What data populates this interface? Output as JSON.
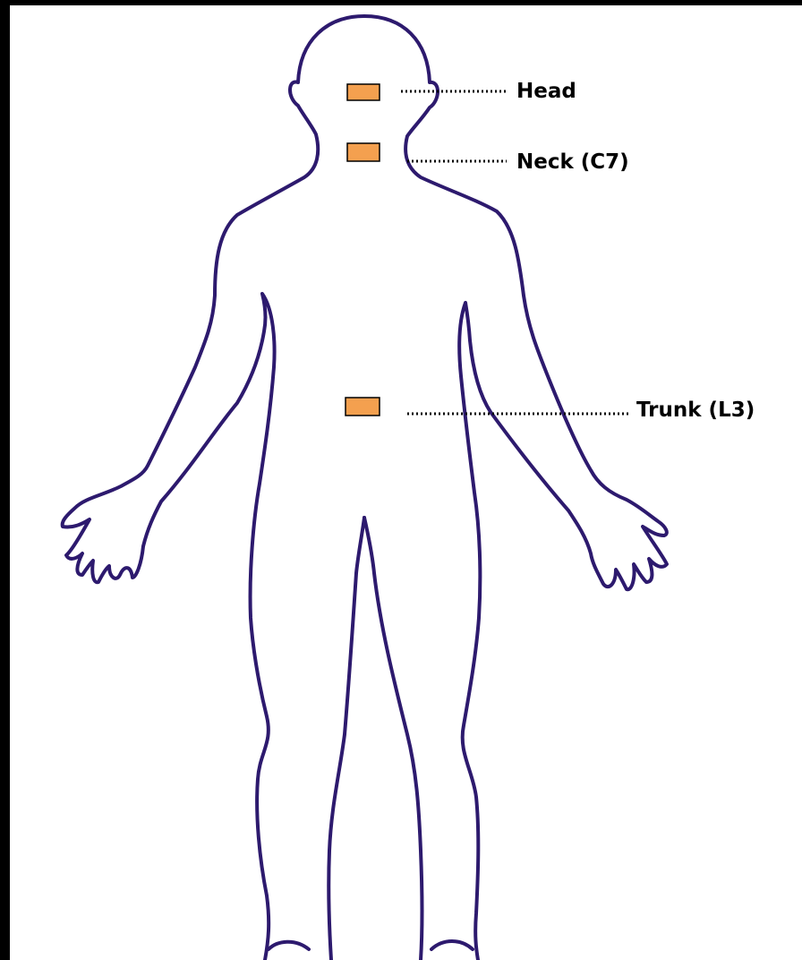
{
  "sensors": [
    {
      "label": "Head"
    },
    {
      "label": "Neck (C7)"
    },
    {
      "label": "Trunk (L3)"
    }
  ],
  "colors": {
    "outline": "#2d1a6e",
    "sensor_fill": "#f4a04f",
    "sensor_stroke": "#000000",
    "frame": "#000000",
    "leader": "#000000"
  },
  "icons": {
    "figure": "human-body-outline-icon",
    "sensor": "sensor-marker-icon"
  }
}
